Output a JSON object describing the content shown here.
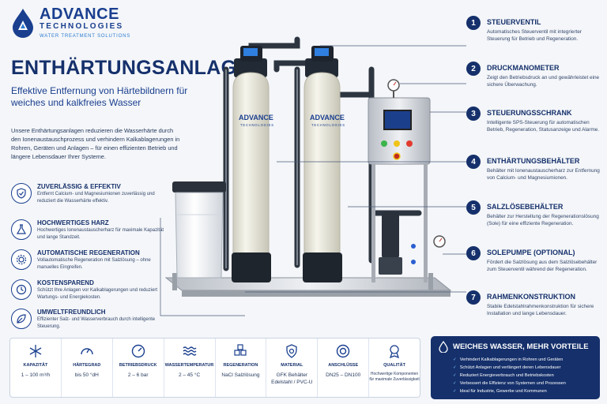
{
  "brand": {
    "name": "ADVANCE",
    "sub": "TECHNOLOGIES",
    "tagline": "WATER TREATMENT SOLUTIONS"
  },
  "title": "ENTHÄRTUNGSANLAGE",
  "subtitle": "Effektive Entfernung von Härtebildnern für weiches und kalkfreies Wasser",
  "intro": "Unsere Enthärtungsanlagen reduzieren die Wasserhärte durch den Ionenaustauschprozess und verhindern Kalkablagerungen in Rohren, Geräten und Anlagen – für einen effizienten Betrieb und längere Lebensdauer Ihrer Systeme.",
  "features": [
    {
      "icon": "shield-check-icon",
      "title": "ZUVERLÄSSIG & EFFEKTIV",
      "desc": "Entfernt Calcium- und Magnesiumionen zuverlässig und reduziert die Wasserhärte effektiv."
    },
    {
      "icon": "flask-icon",
      "title": "HOCHWERTIGES HARZ",
      "desc": "Hochwertiges Ionenaustauscherharz für maximale Kapazität und lange Standzeit."
    },
    {
      "icon": "gear-icon",
      "title": "AUTOMATISCHE REGENERATION",
      "desc": "Vollautomatische Regeneration mit Salzlösung – ohne manuelles Eingreifen."
    },
    {
      "icon": "clock-icon",
      "title": "KOSTENSPAREND",
      "desc": "Schützt Ihre Anlagen vor Kalkablagerungen und reduziert Wartungs- und Energiekosten."
    },
    {
      "icon": "leaf-icon",
      "title": "UMWELTFREUNDLICH",
      "desc": "Effizienter Salz- und Wasserverbrauch durch intelligente Steuerung."
    }
  ],
  "steps": [
    {
      "num": "1",
      "title": "STEUERVENTIL",
      "desc": "Automatisches Steuerventil mit integrierter Steuerung für Betrieb und Regeneration."
    },
    {
      "num": "2",
      "title": "DRUCKMANOMETER",
      "desc": "Zeigt den Betriebsdruck an und gewährleistet eine sichere Überwachung."
    },
    {
      "num": "3",
      "title": "STEUERUNGSSCHRANK",
      "desc": "Intelligente SPS-Steuerung für automatischen Betrieb, Regeneration, Statusanzeige und Alarme."
    },
    {
      "num": "4",
      "title": "ENTHÄRTUNGSBEHÄLTER",
      "desc": "Behälter mit Ionenaustauscherharz zur Entfernung von Calcium- und Magnesiumionen."
    },
    {
      "num": "5",
      "title": "SALZLÖSEBEHÄLTER",
      "desc": "Behälter zur Herstellung der Regenerationslösung (Sole) für eine effiziente Regeneration."
    },
    {
      "num": "6",
      "title": "SOLEPUMPE (OPTIONAL)",
      "desc": "Fördert die Salzlösung aus dem Salzlösebehälter zum Steuerventil während der Regeneration."
    },
    {
      "num": "7",
      "title": "RAHMENKONSTRUKTION",
      "desc": "Stabile Edelstahlrahmenkonstruktion für sichere Installation und lange Lebensdauer."
    }
  ],
  "specs": [
    {
      "icon": "snowflake-icon",
      "label": "KAPAZITÄT",
      "value": "1 – 100 m³/h"
    },
    {
      "icon": "gauge-icon",
      "label": "HÄRTEGRAD",
      "value": "bis 50 °dH"
    },
    {
      "icon": "pressure-gauge-icon",
      "label": "BETRIEBSDRUCK",
      "value": "2 – 6 bar"
    },
    {
      "icon": "waves-icon",
      "label": "WASSERTEMPERATUR",
      "value": "2 – 45 °C"
    },
    {
      "icon": "cubes-icon",
      "label": "REGENERATION",
      "value": "NaCl Salzlösung"
    },
    {
      "icon": "shield-icon",
      "label": "MATERIAL",
      "value": "GFK Behälter Edelstahl / PVC-U"
    },
    {
      "icon": "ring-icon",
      "label": "ANSCHLÜSSE",
      "value": "DN25 – DN100"
    },
    {
      "icon": "award-icon",
      "label": "QUALITÄT",
      "value": "Hochwertige Komponenten für maximale Zuverlässigkeit"
    }
  ],
  "benefits": {
    "title": "WEICHES WASSER, MEHR VORTEILE",
    "items": [
      "Verhindert Kalkablagerungen in Rohren und Geräten",
      "Schützt Anlagen und verlängert deren Lebensdauer",
      "Reduziert Energieverbrauch und Betriebskosten",
      "Verbessert die Effizienz von Systemen und Prozessen",
      "Ideal für Industrie, Gewerbe und Kommunen"
    ]
  },
  "colors": {
    "brand": "#15306b",
    "accent": "#2b7bd1",
    "tank": "#f1f0e6"
  }
}
